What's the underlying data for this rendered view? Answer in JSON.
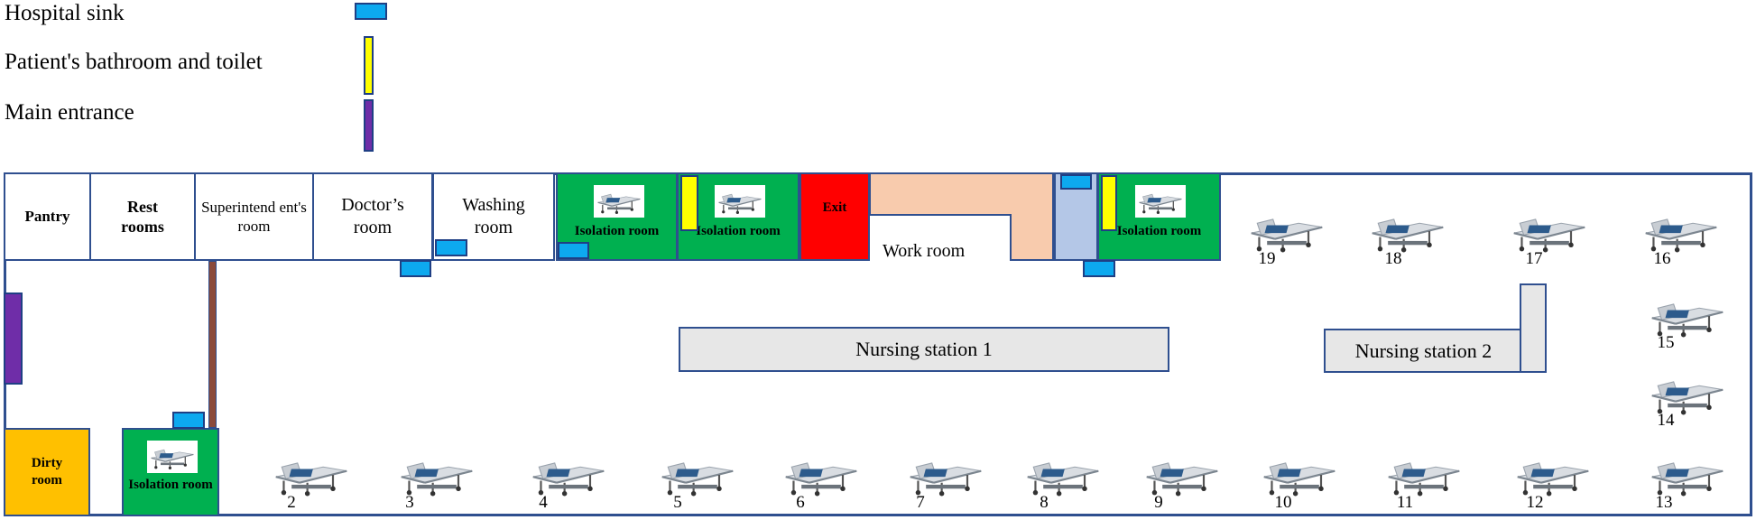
{
  "legend": {
    "sink": "Hospital sink",
    "toilet": "Patient's bathroom and toilet",
    "entrance": "Main entrance"
  },
  "rooms": {
    "pantry": "Pantry",
    "rest_rooms": "Rest rooms",
    "superintendent": "Superintend ent's room",
    "doctor": "Doctor’s room",
    "washing": "Washing room",
    "isolation": "Isolation room",
    "exit": "Exit",
    "work_room": "Work room",
    "dirty_room": "Dirty room"
  },
  "stations": {
    "station1": "Nursing station 1",
    "station2": "Nursing station 2"
  },
  "beds": {
    "b2": "2",
    "b3": "3",
    "b4": "4",
    "b5": "5",
    "b6": "6",
    "b7": "7",
    "b8": "8",
    "b9": "9",
    "b10": "10",
    "b11": "11",
    "b12": "12",
    "b13": "13",
    "b14": "14",
    "b15": "15",
    "b16": "16",
    "b17": "17",
    "b18": "18",
    "b19": "19"
  },
  "colors": {
    "sink": "#0da9ef",
    "toilet": "#ffff00",
    "entrance": "#6f2da8",
    "isolation": "#00b050",
    "exit": "#ff0000",
    "work_room": "#f8cbad",
    "dirty_room": "#ffc000",
    "station": "#e7e7e7",
    "wall": "#2f4f8f"
  }
}
